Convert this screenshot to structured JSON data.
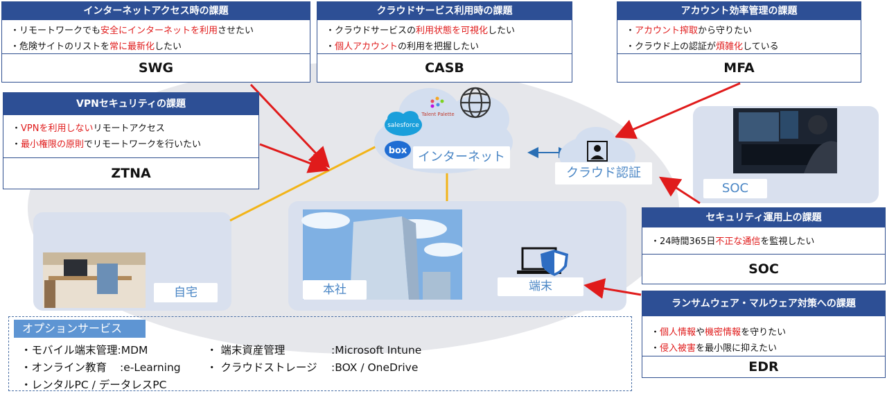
{
  "swg": {
    "header": "インターネットアクセス時の課題",
    "line1": [
      [
        "・リモートワークでも",
        ""
      ],
      [
        "安全にインターネットを利用",
        "red"
      ],
      [
        "させたい",
        ""
      ]
    ],
    "line2": [
      [
        "・危険サイトのリストを",
        ""
      ],
      [
        "常に最新化",
        "red"
      ],
      [
        "したい",
        ""
      ]
    ],
    "footer": "SWG"
  },
  "casb": {
    "header": "クラウドサービス利用時の課題",
    "line1": [
      [
        "・クラウドサービスの",
        ""
      ],
      [
        "利用状態を可視化",
        "red"
      ],
      [
        "したい",
        ""
      ]
    ],
    "line2": [
      [
        "・",
        ""
      ],
      [
        "個人アカウント",
        "red"
      ],
      [
        "の利用を把握したい",
        ""
      ]
    ],
    "footer": "CASB"
  },
  "mfa": {
    "header": "アカウント効率管理の課題",
    "line1": [
      [
        "・",
        ""
      ],
      [
        "アカウント搾取",
        "red"
      ],
      [
        "から守りたい",
        ""
      ]
    ],
    "line2": [
      [
        "・クラウド上の認証が",
        ""
      ],
      [
        "煩雑化",
        "red"
      ],
      [
        "している",
        ""
      ]
    ],
    "footer": "MFA"
  },
  "ztna": {
    "header": "VPNセキュリティの課題",
    "line1": [
      [
        "・",
        ""
      ],
      [
        "VPNを利用しない",
        "red"
      ],
      [
        "リモートアクセス",
        ""
      ]
    ],
    "line2": [
      [
        "・",
        ""
      ],
      [
        "最小権限の原則",
        "red"
      ],
      [
        "でリモートワークを行いたい",
        ""
      ]
    ],
    "footer": "ZTNA"
  },
  "soc_issue": {
    "header": "セキュリティ運用上の課題",
    "line1": [
      [
        "・24時間365日",
        ""
      ],
      [
        "不正な通信",
        "red"
      ],
      [
        "を監視したい",
        ""
      ]
    ],
    "footer": "SOC"
  },
  "edr": {
    "header": "ランサムウェア・マルウェア対策への課題",
    "line1": [
      [
        "・",
        ""
      ],
      [
        "個人情報",
        "red"
      ],
      [
        "や",
        ""
      ],
      [
        "機密情報",
        "red"
      ],
      [
        "を守りたい",
        ""
      ]
    ],
    "line2": [
      [
        "・",
        ""
      ],
      [
        "侵入被害",
        "red"
      ],
      [
        "を最小限に抑えたい",
        ""
      ]
    ],
    "footer": "EDR"
  },
  "diagram": {
    "internet_label": "インターネット",
    "cloud_auth_label": "クラウド認証",
    "soc_label": "SOC",
    "home_label": "自宅",
    "hq_label": "本社",
    "device_label": "端末",
    "salesforce_logo": "salesforce",
    "box_logo": "box",
    "talent_palette_logo": "Talent Palette"
  },
  "options": {
    "title": "オプションサービス",
    "items": [
      {
        "name": "・モバイル端末管理",
        "value": ":MDM"
      },
      {
        "name": "・オンライン教育",
        "value": ":e-Learning"
      },
      {
        "name": "・レンタルPC / データレスPC",
        "value": ""
      },
      {
        "name": "・ 端末資産管理",
        "value": ":Microsoft Intune"
      },
      {
        "name": "・ クラウドストレージ",
        "value": ":BOX / OneDrive"
      }
    ]
  },
  "colors": {
    "header_blue": "#2d4f95",
    "accent_red": "#e01b1b",
    "arrow_red": "#e01b1b",
    "link_yellow": "#f2b418",
    "panel_bg": "#d9e0ee",
    "label_blue": "#4a86c5"
  }
}
